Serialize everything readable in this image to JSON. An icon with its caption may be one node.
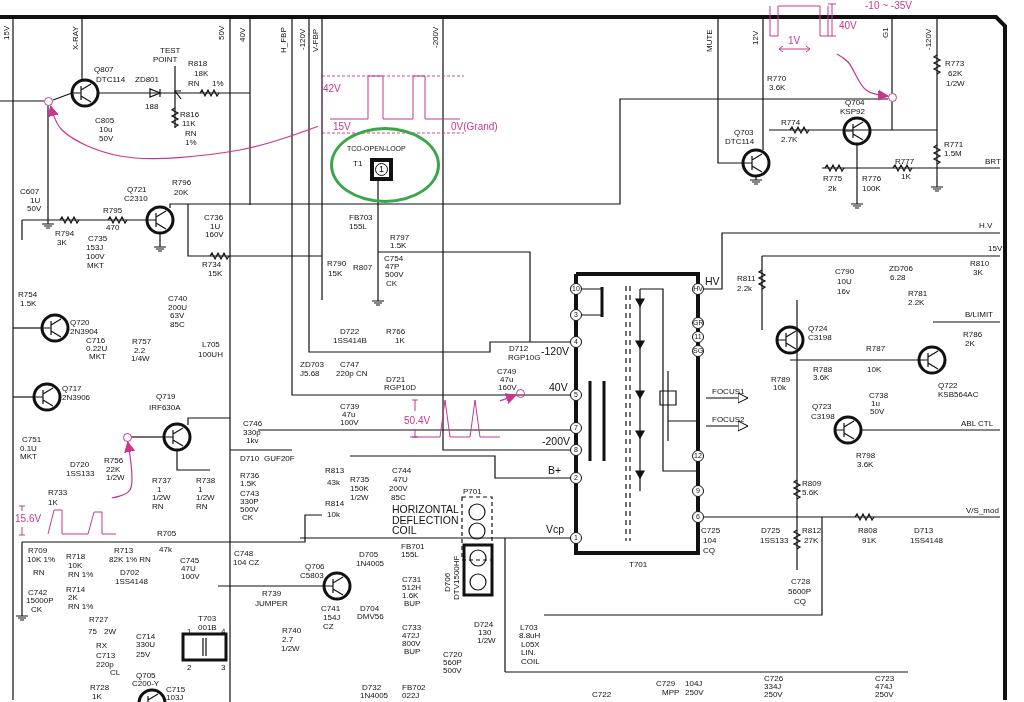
{
  "diagram": {
    "nodes": [
      {
        "text": [
          "42V",
          "15V"
        ],
        "beside": [
          "0V(Grand)"
        ]
      },
      {
        "text": [],
        "shape": "circle"
      },
      {
        "text": [
          "1V"
        ],
        "beside": [
          "-10 ~ -35V",
          "40V"
        ]
      },
      {
        "text": [],
        "shape": "circle"
      },
      {
        "text": [
          "50.4V"
        ]
      },
      {
        "text": [],
        "shape": "circle"
      },
      {
        "text": [
          "15.6V"
        ]
      },
      {
        "text": [],
        "shape": "circle"
      },
      {
        "text": [
          "TCO-OPEN-LOOP",
          "T1"
        ]
      },
      {
        "text": [
          "1"
        ],
        "in": 8
      },
      {
        "text": [],
        "shape": "box",
        "beside": [
          "T701"
        ]
      },
      {
        "text": [
          "10"
        ],
        "in": 10
      },
      {
        "text": [
          "3"
        ],
        "in": 10
      },
      {
        "text": [
          "4"
        ],
        "in": 10
      },
      {
        "text": [
          "5"
        ],
        "in": 10
      },
      {
        "text": [
          "7"
        ],
        "in": 10
      },
      {
        "text": [
          "8"
        ],
        "in": 10
      },
      {
        "text": [
          "2"
        ],
        "in": 10
      },
      {
        "text": [
          "1"
        ],
        "in": 10
      },
      {
        "text": [
          "HV"
        ],
        "in": 10
      },
      {
        "text": [
          "GR"
        ],
        "in": 10
      },
      {
        "text": [
          "11"
        ],
        "in": 10
      },
      {
        "text": [
          "SG"
        ],
        "in": 10
      },
      {
        "text": [
          "12"
        ],
        "in": 10
      },
      {
        "text": [
          "9"
        ],
        "in": 10
      },
      {
        "text": [
          "6"
        ],
        "in": 10
      }
    ],
    "edges": [
      {
        "from": 0,
        "to": 1,
        "arrow": "to"
      },
      {
        "from": 2,
        "to": 3,
        "arrow": "to"
      },
      {
        "from": 4,
        "to": 5,
        "arrow": "to"
      },
      {
        "from": 6,
        "to": 7,
        "arrow": "to"
      },
      {
        "from": 10,
        "to": null,
        "arrow": "to",
        "label": "FOCUS1",
        "color": "#000000"
      },
      {
        "from": 10,
        "to": null,
        "arrow": "to",
        "label": "FOCUS2",
        "color": "#000000"
      }
    ],
    "labels": [
      "15V",
      "X-RAY",
      "50V",
      "40V",
      "H_FBP",
      "-120V",
      "V-FBP",
      "-200V",
      "MUTE",
      "12V",
      "G1",
      "-120V",
      "Q807",
      "DTC114",
      "TEST",
      "POINT",
      "ZD801",
      "188",
      "R818",
      "18K",
      "RN",
      "1%",
      "R816",
      "11K",
      "RN",
      "1%",
      "C805",
      "10u",
      "50V",
      "C607",
      "1U",
      "50V",
      "Q721",
      "C2310",
      "R796",
      "20K",
      "R795",
      "470",
      "R794",
      "3K",
      "C735",
      "153J",
      "100V",
      "MKT",
      "C736",
      "1U",
      "160V",
      "R734",
      "15K",
      "R790",
      "15K",
      "R754",
      "1.5K",
      "C740",
      "200U",
      "63V",
      "85C",
      "L705",
      "100UH",
      "Q720",
      "2N3904",
      "C716",
      "0.22U",
      "MKT",
      "R757",
      "2.2",
      "1/4W",
      "ZD703",
      "J5.68",
      "Q717",
      "2N3906",
      "C751",
      "0.1U",
      "MKT",
      "Q719",
      "IRF630A",
      "D720",
      "1SS133",
      "R756",
      "22K",
      "1/2W",
      "R737",
      "1",
      "1/2W",
      "RN",
      "R738",
      "1",
      "1/2W",
      "RN",
      "R733",
      "1K",
      "C746",
      "330p",
      "1kv",
      "D710",
      "GUF20F",
      "R736",
      "1.5K",
      "C743",
      "330P",
      "500V",
      "CK",
      "R813",
      "43k",
      "R814",
      "10k",
      "R735",
      "150K",
      "1/2W",
      "C744",
      "47U",
      "200V",
      "85C",
      "HORIZONTAL",
      "DEFLECTION",
      "COIL",
      "P701",
      "R705",
      "47k",
      "C748",
      "104 CZ",
      "R709",
      "10K 1%",
      "RN",
      "R718",
      "10K",
      "RN 1%",
      "R713",
      "82K 1% RN",
      "D702",
      "1SS4148",
      "C745",
      "47U",
      "100V",
      "R714",
      "2K",
      "RN 1%",
      "C742",
      "15000P",
      "CK",
      "R739",
      "JUMPER",
      "Q706",
      "C5803",
      "C741",
      "154J",
      "CZ",
      "R740",
      "2.7",
      "1/2W",
      "R727",
      "75",
      "2W",
      "RX",
      "C714",
      "330U",
      "C713",
      "25V",
      "220p",
      "CL",
      "T703",
      "001B",
      "1",
      "4",
      "2",
      "3",
      "Q705",
      "C200-Y",
      "R728",
      "1K",
      "C715",
      "103J",
      "FB703",
      "155L",
      "R797",
      "1.5K",
      "R807",
      "C754",
      "47P",
      "500V",
      "CK",
      "D722",
      "1SS414B",
      "R766",
      "1K",
      "C747",
      "220p",
      "CN",
      "D721",
      "RGP10D",
      "C739",
      "47u",
      "100V",
      "D712",
      "RGP10G",
      "C749",
      "47u",
      "160V",
      "-120V",
      "40V",
      "-200V",
      "B+",
      "Vcp",
      "HV",
      "FB701",
      "D705",
      "155L",
      "1N4005",
      "C731",
      "512H",
      "1.6K",
      "BUP",
      "D706",
      "DTV1500HF",
      "D704",
      "DMV56",
      "C733",
      "472J",
      "800V",
      "BUP",
      "D724",
      "130",
      "1/2W",
      "L703",
      "8.8uH",
      "L05X",
      "LIN.",
      "COIL",
      "C720",
      "560P",
      "500V",
      "D732",
      "1N4005",
      "FB702",
      "022J",
      "C722",
      "R770",
      "3.6K",
      "R773",
      "62K",
      "1/2W",
      "Q704",
      "KSP92",
      "R774",
      "2.7K",
      "Q703",
      "DTC114",
      "R771",
      "1.5M",
      "R777",
      "BRT",
      "1K",
      "R775",
      "2k",
      "R776",
      "100K",
      "H.V",
      "15V",
      "R810",
      "3K",
      "R811",
      "2.2k",
      "C790",
      "10U",
      "16v",
      "ZD706",
      "6.28",
      "R781",
      "2.2K",
      "B/LIMIT",
      "R786",
      "2K",
      "Q724",
      "C3198",
      "R787",
      "R788",
      "10K",
      "3.6K",
      "R789",
      "10k",
      "C738",
      "1u",
      "50V",
      "Q722",
      "KSB564AC",
      "Q723",
      "C3198",
      "ABL CTL",
      "R798",
      "3.6K",
      "R809",
      "5.6K",
      "V/S_mod",
      "C725",
      "104",
      "CQ",
      "D725",
      "1SS133",
      "R812",
      "27K",
      "R808",
      "91K",
      "D713",
      "1SS4148",
      "C728",
      "5600P",
      "CQ",
      "C729",
      "MPP",
      "104J",
      "250V",
      "C726",
      "334J",
      "250V",
      "C723",
      "474J",
      "250V"
    ]
  }
}
